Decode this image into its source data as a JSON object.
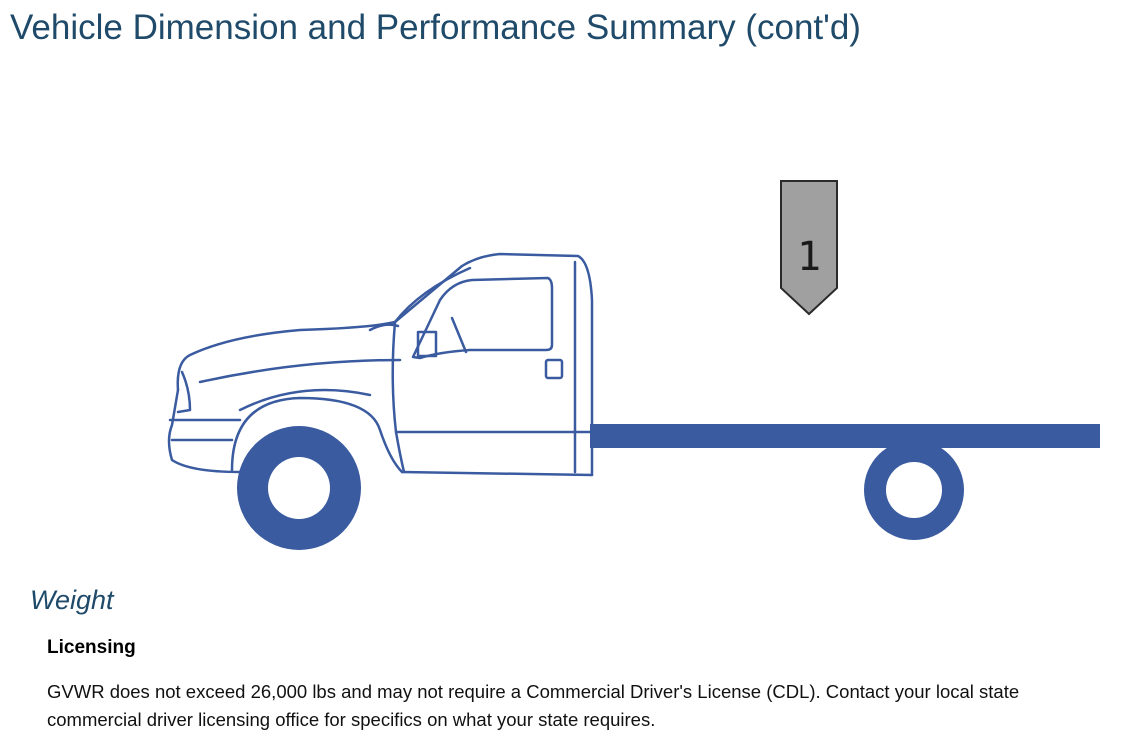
{
  "page": {
    "title": "Vehicle Dimension and Performance Summary (cont'd)"
  },
  "illustration": {
    "subject": "cab-chassis-truck",
    "callout_marker": "1",
    "colors": {
      "truck": "#3a5ba0",
      "marker_fill": "#a0a0a0",
      "marker_stroke": "#2a2a2a"
    }
  },
  "weight": {
    "heading": "Weight",
    "licensing_title": "Licensing",
    "licensing_text": "GVWR does not exceed 26,000 lbs and may not require a Commercial Driver's License (CDL). Contact your local state commercial driver licensing office for specifics on what your state requires."
  },
  "colors": {
    "heading": "#1f4a69",
    "body_text": "#111111"
  }
}
